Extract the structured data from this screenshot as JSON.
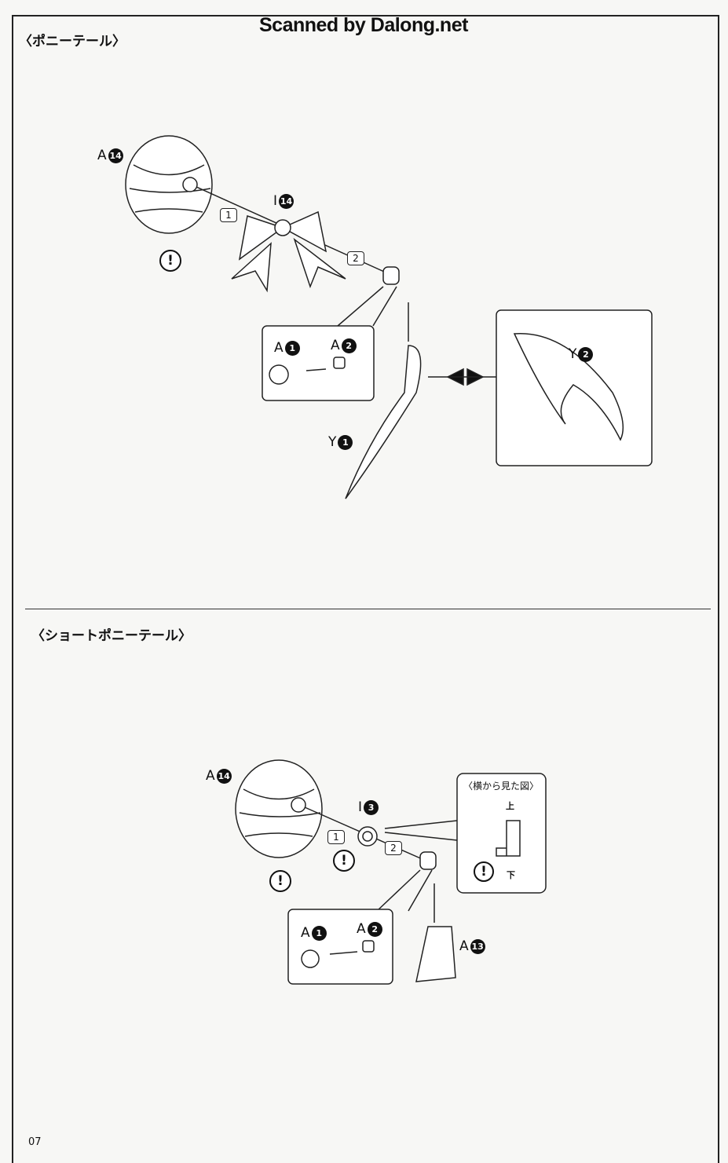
{
  "watermark": "Scanned by Dalong.net",
  "page_number": "07",
  "sections": [
    {
      "title": "〈ポニーテール〉",
      "parts": {
        "hair_bun": {
          "letter": "A",
          "num": "14"
        },
        "ribbon": {
          "letter": "I",
          "num": "14"
        },
        "joint_a1": {
          "letter": "A",
          "num": "1"
        },
        "joint_a2": {
          "letter": "A",
          "num": "2"
        },
        "tail_y1": {
          "letter": "Y",
          "num": "1"
        },
        "tail_y2": {
          "letter": "Y",
          "num": "2"
        }
      },
      "steps": [
        "1",
        "2"
      ],
      "warning": "!"
    },
    {
      "title": "〈ショートポニーテール〉",
      "parts": {
        "hair_bun": {
          "letter": "A",
          "num": "14"
        },
        "ring": {
          "letter": "I",
          "num": "3"
        },
        "joint_a1": {
          "letter": "A",
          "num": "1"
        },
        "joint_a2": {
          "letter": "A",
          "num": "2"
        },
        "tail_a13": {
          "letter": "A",
          "num": "13"
        }
      },
      "steps": [
        "1",
        "2"
      ],
      "warning": "!",
      "side_view": {
        "title": "〈横から見た図〉",
        "top": "上",
        "bottom": "下"
      }
    }
  ]
}
